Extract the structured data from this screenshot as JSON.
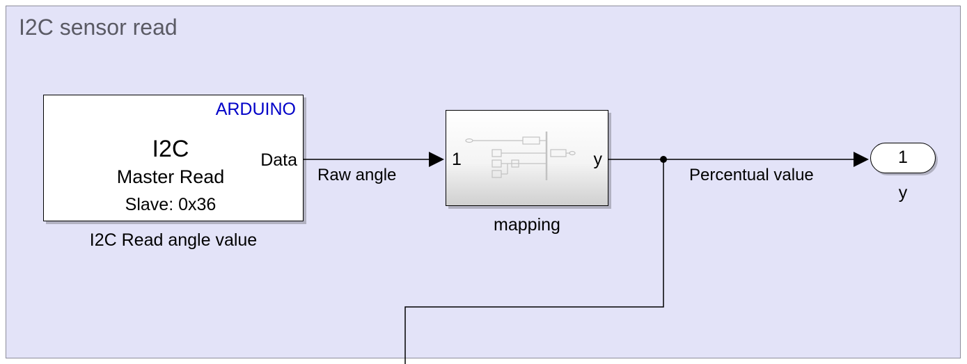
{
  "area": {
    "title": "I2C sensor read"
  },
  "i2c_block": {
    "vendor": "ARDUINO",
    "title": "I2C",
    "subtitle": "Master Read",
    "slave": "Slave: 0x36",
    "port_out": "Data",
    "name": "I2C Read angle value"
  },
  "mapping_block": {
    "port_in": "1",
    "port_out": "y",
    "name": "mapping"
  },
  "signals": {
    "raw": "Raw angle",
    "percent": "Percentual value"
  },
  "outport": {
    "number": "1",
    "name": "y"
  },
  "colors": {
    "area_bg": "#e3e3f8",
    "vendor_text": "#0000c8"
  }
}
